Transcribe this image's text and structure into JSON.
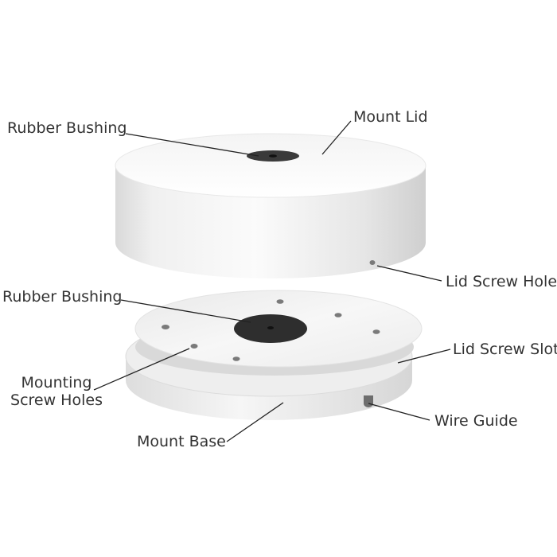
{
  "labels": {
    "rubber_bushing_top": "Rubber Bushing",
    "mount_lid": "Mount Lid",
    "lid_screw_hole": "Lid Screw Hole",
    "rubber_bushing_base": "Rubber Bushing",
    "lid_screw_slot": "Lid Screw Slot",
    "mounting_screw_holes_line1": "Mounting",
    "mounting_screw_holes_line2": "Screw Holes",
    "wire_guide": "Wire Guide",
    "mount_base": "Mount Base"
  },
  "colors": {
    "leader": "#222222",
    "text": "#333333",
    "bushing": "#2e2e2e"
  }
}
